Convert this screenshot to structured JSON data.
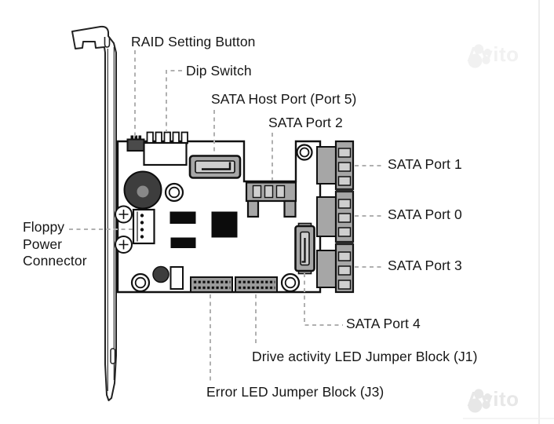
{
  "labels": {
    "raid_setting_button": "RAID Setting Button",
    "dip_switch": "Dip Switch",
    "sata_host_port": "SATA Host Port (Port 5)",
    "sata_port_2": "SATA Port 2",
    "sata_port_1": "SATA Port 1",
    "sata_port_0": "SATA Port 0",
    "sata_port_3": "SATA Port 3",
    "sata_port_4": "SATA Port 4",
    "drive_activity_led_jumper_block": "Drive activity LED Jumper Block (J1)",
    "error_led_jumper_block": "Error LED Jumper Block (J3)",
    "floppy_power_connector": "Floppy Power Connector"
  },
  "watermark": {
    "text": "Avito"
  },
  "colors": {
    "ink": "#161616",
    "outline": "#111111",
    "connector_gray": "#a6a6a6",
    "connector_light": "#cfcfcf",
    "component_dark": "#3d3d3d",
    "leader_dash": "#b0b0b0",
    "watermark_gray": "#ebebeb",
    "background": "#ffffff"
  }
}
